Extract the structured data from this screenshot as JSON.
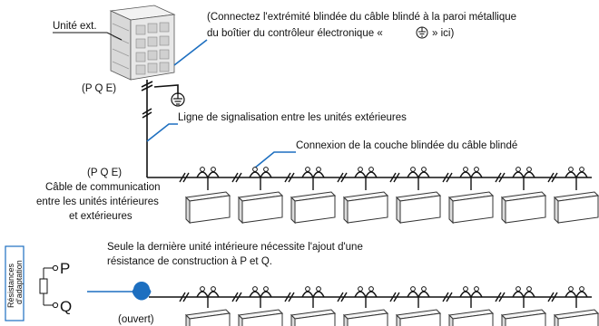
{
  "labels": {
    "outdoor_unit": "Unité ext.",
    "shield_note_line1": "(Connectez l'extrémité blindée du câble blindé à la paroi métallique",
    "shield_note_line2_pre": "du boîtier du contrôleur électronique «",
    "shield_note_line2_post": "» ici)",
    "pqe_top": "(P Q E)",
    "signal_line": "Ligne de signalisation entre les unités extérieures",
    "shield_connection": "Connexion de la couche blindée du câble blindé",
    "pqe_mid": "(P Q E)",
    "comm_cable_line1": "Câble de communication",
    "comm_cable_line2": "entre les unités intérieures",
    "comm_cable_line3": "et extérieures",
    "note_line1": "Seule la dernière unité intérieure nécessite l'ajout d'une",
    "note_line2": "résistance de construction à P et Q.",
    "resistor_label_line1": "Résistances",
    "resistor_label_line2": "d'adaptation",
    "terminal_p": "P",
    "terminal_q": "Q",
    "open": "(ouvert)"
  },
  "diagram": {
    "indoor_units_row1": 8,
    "indoor_units_row2": 8,
    "ground_icon": "ground-symbol-icon",
    "outdoor_icon": "outdoor-unit-icon",
    "indoor_icon": "indoor-unit-icon",
    "accent_color": "#1d6fc0"
  }
}
